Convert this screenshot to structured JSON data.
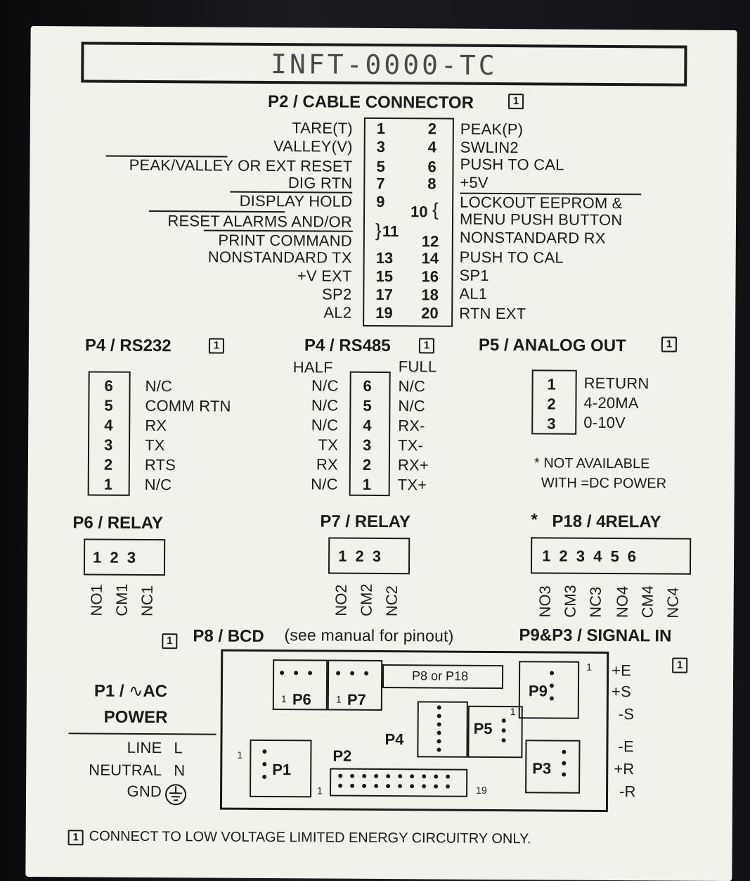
{
  "title": "INFT-0000-TC",
  "note_marker": "1",
  "p2": {
    "heading": "P2 / CABLE CONNECTOR",
    "pins": [
      {
        "left": "TARE(T)",
        "a": "1",
        "b": "2",
        "right": "PEAK(P)"
      },
      {
        "left": "VALLEY(V)",
        "a": "3",
        "b": "4",
        "right": "SWLIN2"
      },
      {
        "left": "PEAK/VALLEY OR EXT RESET",
        "a": "5",
        "b": "6",
        "right": "PUSH TO CAL"
      },
      {
        "left": "DIG RTN",
        "a": "7",
        "b": "8",
        "right": "+5V"
      },
      {
        "left": "DISPLAY HOLD",
        "a": "9",
        "b": "10",
        "right": "LOCKOUT EEPROM &"
      },
      {
        "left": "RESET ALARMS AND/OR",
        "a": "11",
        "b": "12",
        "right": "MENU PUSH BUTTON"
      },
      {
        "left": "PRINT COMMAND",
        "right": "NONSTANDARD RX"
      },
      {
        "left": "NONSTANDARD TX",
        "a": "13",
        "b": "14",
        "right": "PUSH TO CAL"
      },
      {
        "left": "+V EXT",
        "a": "15",
        "b": "16",
        "right": "SP1"
      },
      {
        "left": "SP2",
        "a": "17",
        "b": "18",
        "right": "AL1"
      },
      {
        "left": "AL2",
        "a": "19",
        "b": "20",
        "right": "RTN EXT"
      }
    ]
  },
  "rs232": {
    "heading": "P4 / RS232",
    "pins": [
      {
        "num": "6",
        "label": "N/C"
      },
      {
        "num": "5",
        "label": "COMM RTN"
      },
      {
        "num": "4",
        "label": "RX"
      },
      {
        "num": "3",
        "label": "TX"
      },
      {
        "num": "2",
        "label": "RTS"
      },
      {
        "num": "1",
        "label": "N/C"
      }
    ]
  },
  "rs485": {
    "heading": "P4 / RS485",
    "half_label": "HALF",
    "full_label": "FULL",
    "pins": [
      {
        "half": "N/C",
        "num": "6",
        "full": "N/C"
      },
      {
        "half": "N/C",
        "num": "5",
        "full": "N/C"
      },
      {
        "half": "N/C",
        "num": "4",
        "full": "RX-"
      },
      {
        "half": "TX",
        "num": "3",
        "full": "TX-"
      },
      {
        "half": "RX",
        "num": "2",
        "full": "RX+"
      },
      {
        "half": "N/C",
        "num": "1",
        "full": "TX+"
      }
    ]
  },
  "analog": {
    "heading": "P5 / ANALOG OUT",
    "pins": [
      {
        "num": "1",
        "label": "RETURN"
      },
      {
        "num": "2",
        "label": "4-20MA"
      },
      {
        "num": "3",
        "label": "0-10V"
      }
    ],
    "note1": "* NOT AVAILABLE",
    "note2": "WITH =DC POWER"
  },
  "p6": {
    "heading": "P6 / RELAY",
    "pins": "1 2 3",
    "labels": [
      "NO1",
      "CM1",
      "NC1"
    ]
  },
  "p7": {
    "heading": "P7 / RELAY",
    "pins": "1 2 3",
    "labels": [
      "NO2",
      "CM2",
      "NC2"
    ]
  },
  "p18": {
    "heading_star": "*",
    "heading": "P18 / 4RELAY",
    "pins": "1 2 3 4 5 6",
    "labels": [
      "NO3",
      "CM3",
      "NC3",
      "NO4",
      "CM4",
      "NC4"
    ]
  },
  "p8": {
    "heading": "P8 / BCD",
    "subtitle": "(see manual for pinout)"
  },
  "signal": {
    "heading": "P9&P3 / SIGNAL IN",
    "labels": [
      "+E",
      "+S",
      "-S",
      "-E",
      "+R",
      "-R"
    ]
  },
  "power": {
    "heading1": "P1 / ",
    "tilde": "∿",
    "heading_ac": "AC",
    "heading2": "POWER",
    "rows": [
      {
        "name": "LINE",
        "code": "L"
      },
      {
        "name": "NEUTRAL",
        "code": "N"
      },
      {
        "name": "GND",
        "code": ""
      }
    ]
  },
  "board": {
    "p6": "P6",
    "p7": "P7",
    "p8p18": "P8 or P18",
    "p9": "P9",
    "p5": "P5",
    "p4": "P4",
    "p1": "P1",
    "p2": "P2",
    "p3": "P3",
    "one": "1",
    "nineteen": "19"
  },
  "footer": "CONNECT TO LOW VOLTAGE LIMITED ENERGY CIRCUITRY ONLY."
}
